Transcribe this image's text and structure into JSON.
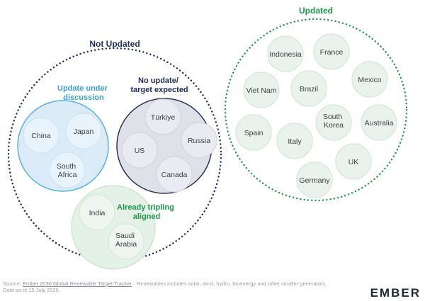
{
  "groups": {
    "not_updated": {
      "title": "Not Updated",
      "color": "#1f2d5c"
    },
    "updated": {
      "title": "Updated",
      "color": "#1a9a4a"
    },
    "update_under_discussion": {
      "title_line1": "Update under",
      "title_line2": "discussion",
      "color": "#3aa0dc"
    },
    "no_update": {
      "title_line1": "No update/",
      "title_line2": "target expected",
      "color": "#1f2d5c"
    },
    "already_tripling": {
      "title_line1": "Already tripling",
      "title_line2": "aligned",
      "color": "#1a9a4a"
    }
  },
  "countries": {
    "discussion": [
      "China",
      "Japan",
      "South Africa"
    ],
    "no_update": [
      "Türkiye",
      "US",
      "Russia",
      "Canada"
    ],
    "tripling": [
      "India",
      "Saudi Arabia"
    ],
    "updated": [
      "Indonesia",
      "France",
      "Viet Nam",
      "Brazil",
      "Mexico",
      "Spain",
      "South Korea",
      "Australia",
      "Italy",
      "UK",
      "Germany"
    ]
  },
  "footer": {
    "source_prefix": "Source: ",
    "source_link": "Ember 2030 Global Renewable Target Tracker",
    "source_rest": " · Renewables includes solar, wind, hydro, bioenergy and other smaller generators",
    "date_line": "Data as of 15 July 2025"
  },
  "brand": "EMBER"
}
